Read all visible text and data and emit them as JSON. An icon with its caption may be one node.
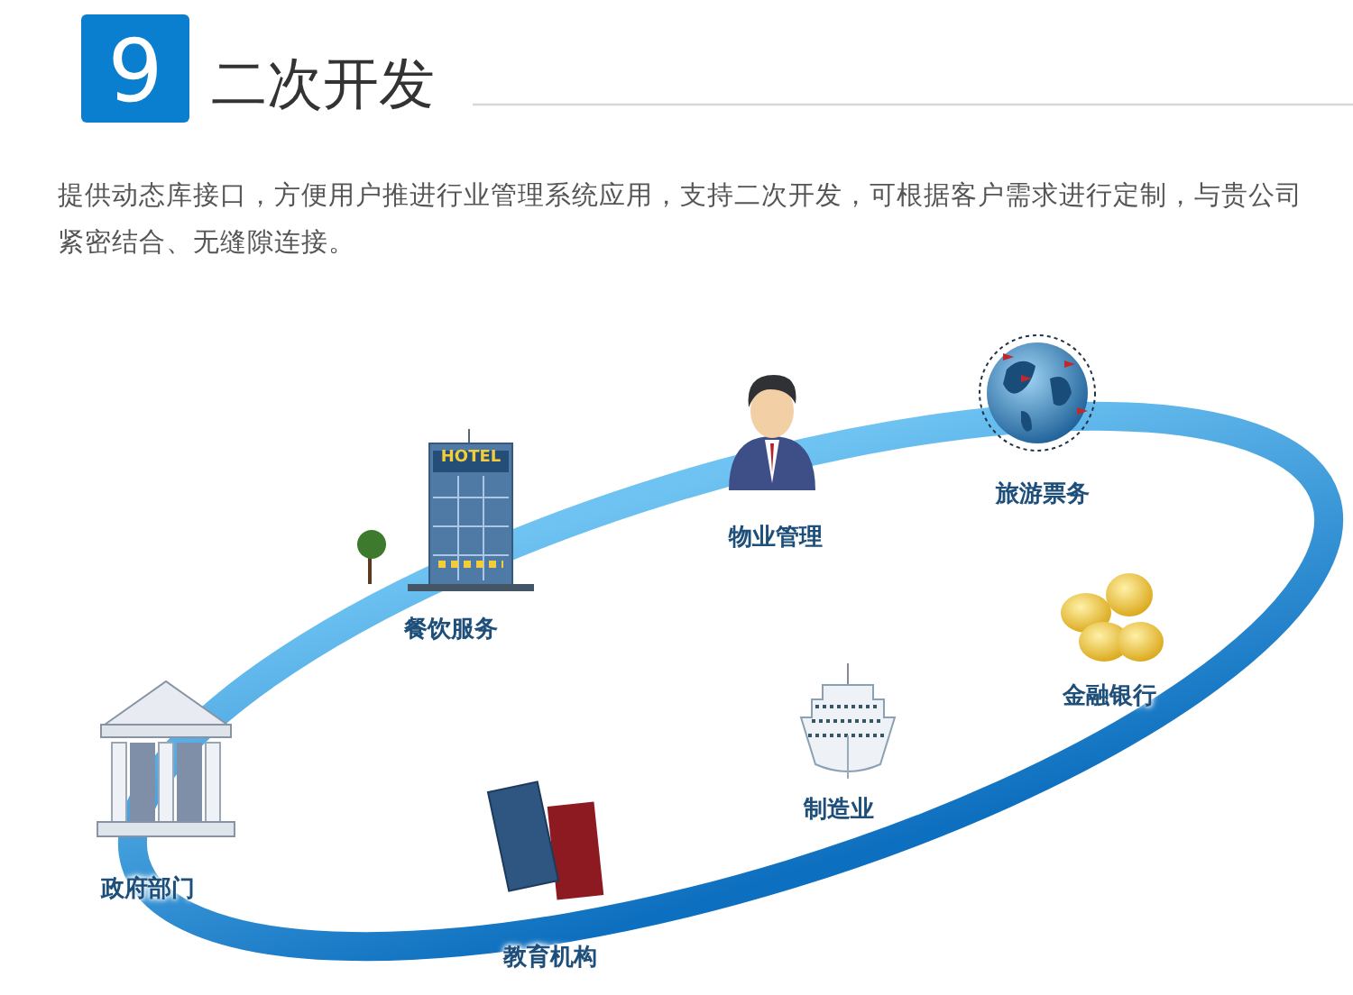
{
  "diagram": {
    "title": "二次开发",
    "labels": [
      "9",
      "提供动态库接口，方便用户推进行业管理系统应用，支持二次开发，可根据客户需求进行定制，与贵公司紧密结合、无缝隙连接。",
      "HOTEL",
      "旅游票务",
      "物业管理",
      "餐饮服务",
      "金融银行",
      "制造业",
      "政府部门",
      "教育机构"
    ]
  }
}
